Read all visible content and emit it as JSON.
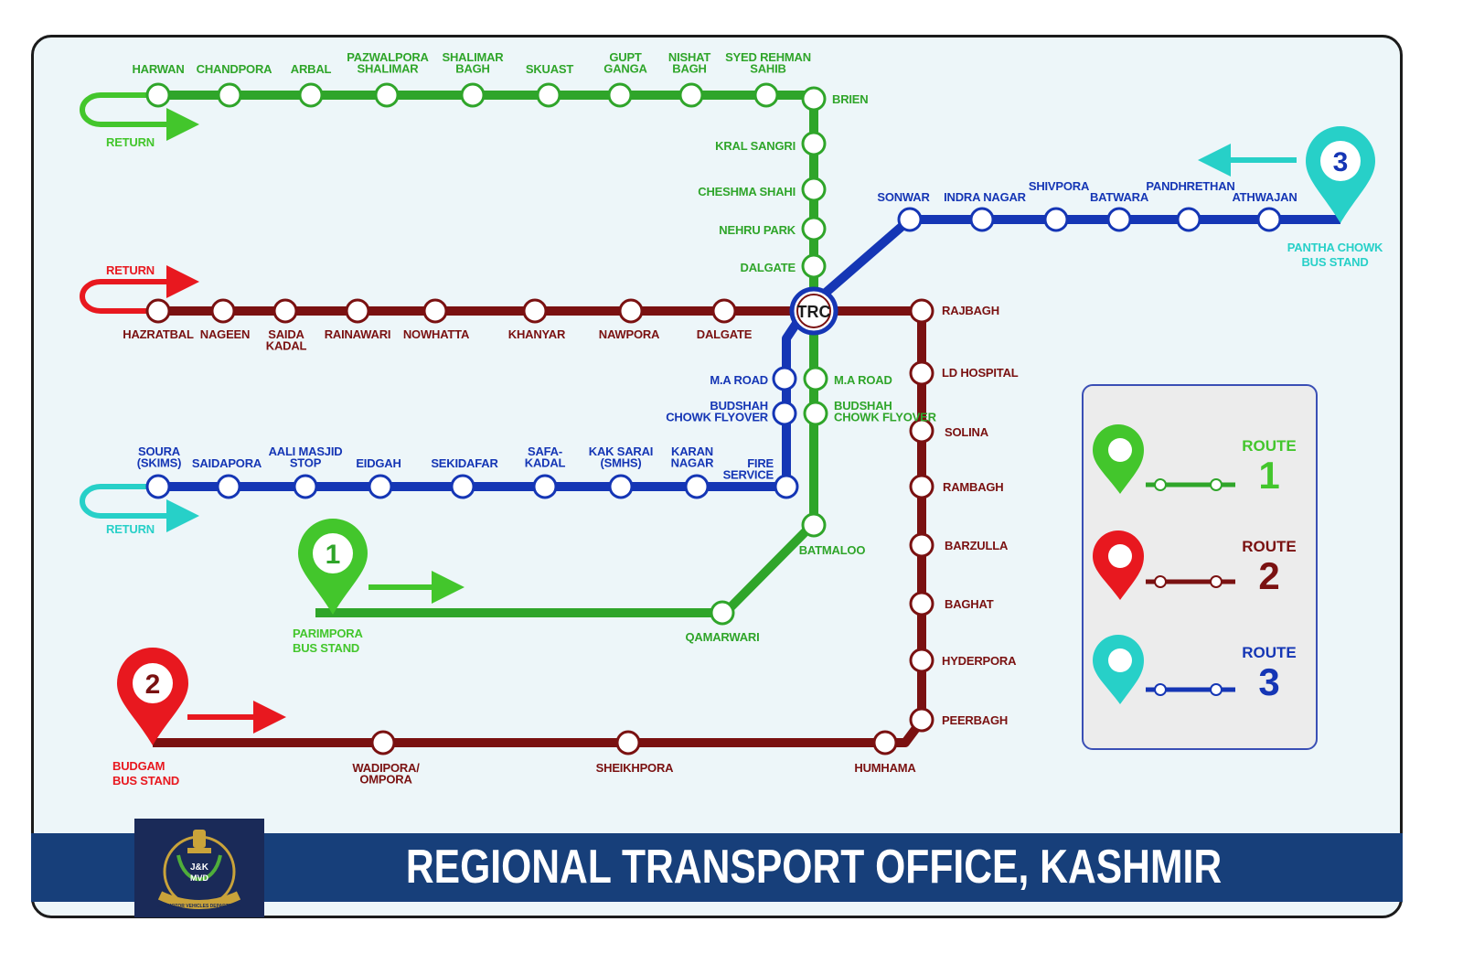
{
  "title": "REGIONAL TRANSPORT OFFICE, KASHMIR",
  "hub": "TRC",
  "colors": {
    "route1": "#2fa52a",
    "route2": "#7a1111",
    "route3": "#1536b5",
    "route1_pin": "#43c62c",
    "route2_pin": "#e8181f",
    "route3_pin": "#27d0c8",
    "footer": "#173f7a",
    "background": "#edf6f9"
  },
  "return_labels": {
    "route1": "RETURN",
    "route2": "RETURN",
    "route3": "RETURN"
  },
  "termini": {
    "route1": "PARIMPORA BUS STAND",
    "route2": "BUDGAM BUS STAND",
    "route3": "PANTHA CHOWK BUS STAND"
  },
  "pins": {
    "route1": "1",
    "route2": "2",
    "route3": "3"
  },
  "route1_stations": {
    "top": [
      "HARWAN",
      "CHANDPORA",
      "ARBAL",
      "PAZWALPORA SHALIMAR",
      "SHALIMAR BAGH",
      "SKUAST",
      "GUPT GANGA",
      "NISHAT BAGH",
      "SYED REHMAN SAHIB"
    ],
    "vertical": [
      "BRIEN",
      "KRAL SANGRI",
      "CHESHMA SHAHI",
      "NEHRU PARK",
      "DALGATE"
    ],
    "south": [
      "M.A ROAD",
      "BUDSHAH CHOWK FLYOVER",
      "BATMALOO",
      "QAMARWARI"
    ]
  },
  "route2_stations": {
    "west": [
      "HAZRATBAL",
      "NAGEEN",
      "SAIDA KADAL",
      "RAINAWARI",
      "NOWHATTA",
      "KHANYAR",
      "NAWPORA",
      "DALGATE"
    ],
    "east": [
      "RAJBAGH",
      "LD HOSPITAL",
      "SOLINA",
      "RAMBAGH",
      "BARZULLA",
      "BAGHAT",
      "HYDERPORA",
      "PEERBAGH"
    ],
    "south": [
      "HUMHAMA",
      "SHEIKHPORA",
      "WADIPORA/ OMPORA"
    ]
  },
  "route3_stations": {
    "east": [
      "SONWAR",
      "INDRA NAGAR",
      "SHIVPORA",
      "BATWARA",
      "PANDHRETHAN",
      "ATHWAJAN"
    ],
    "south": [
      "M.A ROAD",
      "BUDSHAH CHOWK FLYOVER",
      "FIRE SERVICE"
    ],
    "west": [
      "SOURA (SKIMS)",
      "SAIDAPORA",
      "AALI MASJID STOP",
      "EIDGAH",
      "SEKIDAFAR",
      "SAFA- KADAL",
      "KAK SARAI (SMHS)",
      "KARAN NAGAR"
    ]
  },
  "legend": [
    {
      "label": "ROUTE",
      "number": "1"
    },
    {
      "label": "ROUTE",
      "number": "2"
    },
    {
      "label": "ROUTE",
      "number": "3"
    }
  ],
  "emblem": {
    "text_top": "J&K",
    "text_mid": "MVD",
    "text_bottom": "J&K MOTOR VEHICLES DEPARTMENT",
    "icon": "police-emblem-icon"
  }
}
